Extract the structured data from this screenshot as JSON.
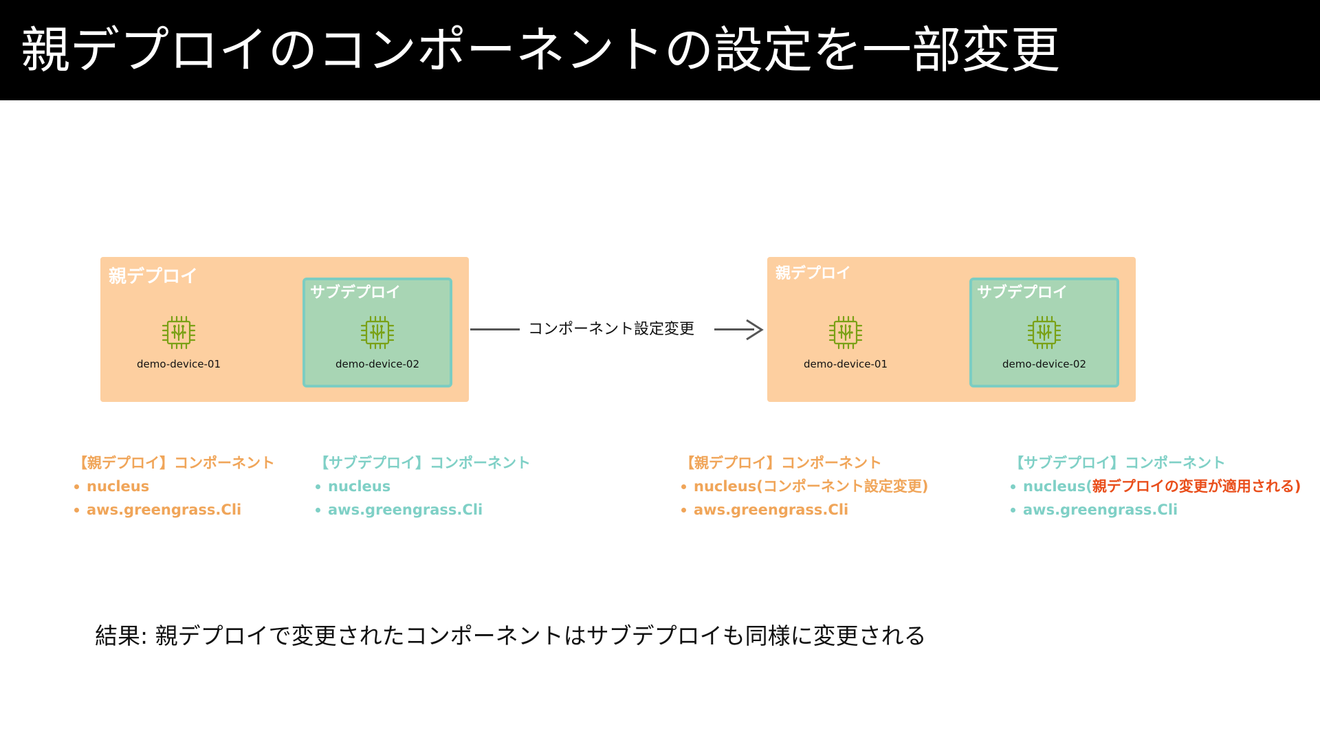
{
  "title": "親デプロイのコンポーネントの設定を一部変更",
  "colors": {
    "parent_box": "#fdcfa0",
    "sub_box": "#a8d5b4",
    "sub_border": "#7ccdc2",
    "orange_text": "#f0a559",
    "teal_text": "#7fd0c6",
    "highlight_red": "#e94e1b",
    "chip_icon": "#7aa116"
  },
  "before": {
    "parent_label": "親デプロイ",
    "sub_label": "サブデプロイ",
    "device_parent": "demo-device-01",
    "device_sub": "demo-device-02"
  },
  "arrow": {
    "label": "コンポーネント設定変更"
  },
  "after": {
    "parent_label": "親デプロイ",
    "sub_label": "サブデプロイ",
    "device_parent": "demo-device-01",
    "device_sub": "demo-device-02"
  },
  "components": {
    "before_parent": {
      "heading": "【親デプロイ】コンポーネント",
      "items": [
        "nucleus",
        "aws.greengrass.Cli"
      ]
    },
    "before_sub": {
      "heading": "【サブデプロイ】コンポーネント",
      "items": [
        "nucleus",
        "aws.greengrass.Cli"
      ]
    },
    "after_parent": {
      "heading": "【親デプロイ】コンポーネント",
      "items": [
        "nucleus(コンポーネント設定変更)",
        "aws.greengrass.Cli"
      ]
    },
    "after_sub": {
      "heading": "【サブデプロイ】コンポーネント",
      "item1_prefix": "nucleus(",
      "item1_highlight": "親デプロイの変更が適用される",
      "item1_suffix": ")",
      "item2": "aws.greengrass.Cli"
    }
  },
  "result": "結果: 親デプロイで変更されたコンポーネントはサブデプロイも同様に変更される",
  "icons": {
    "device_icon": "iot-chip-icon",
    "arrow_icon": "arrow-right-icon"
  }
}
